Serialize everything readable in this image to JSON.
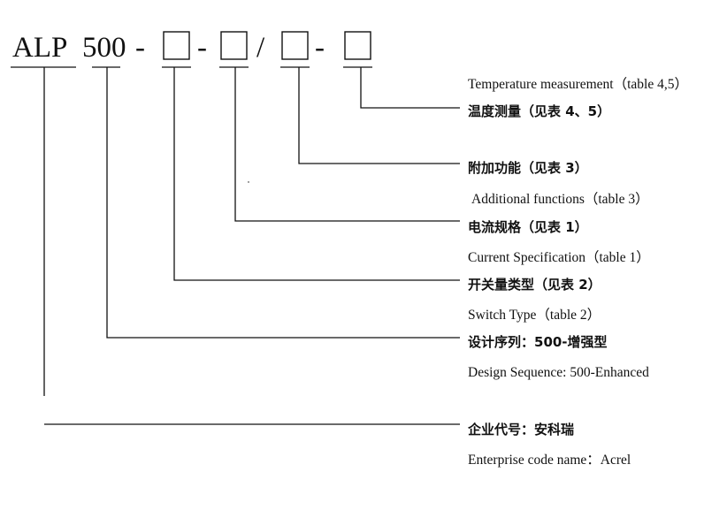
{
  "model_code": {
    "prefix": "ALP",
    "series": "500",
    "sep1": "-",
    "sep2": "-",
    "sep3": "/",
    "sep4": "-"
  },
  "fields": {
    "enterprise": {
      "zh": "企业代号：安科瑞",
      "en": "Enterprise code name：Acrel"
    },
    "series": {
      "zh": "设计序列：500-增强型",
      "en": "Design Sequence: 500-Enhanced"
    },
    "switch_type": {
      "zh": "开关量类型（见表 2）",
      "en": "Switch Type（table 2）"
    },
    "current_spec": {
      "zh": "电流规格（见表 1）",
      "en": "Current Specification（table 1）"
    },
    "additional": {
      "zh": "附加功能（见表 3）",
      "en": "Additional functions（table 3）"
    },
    "temperature": {
      "en": "Temperature measurement（table 4,5）",
      "zh": "温度测量（见表 4、5）"
    }
  }
}
